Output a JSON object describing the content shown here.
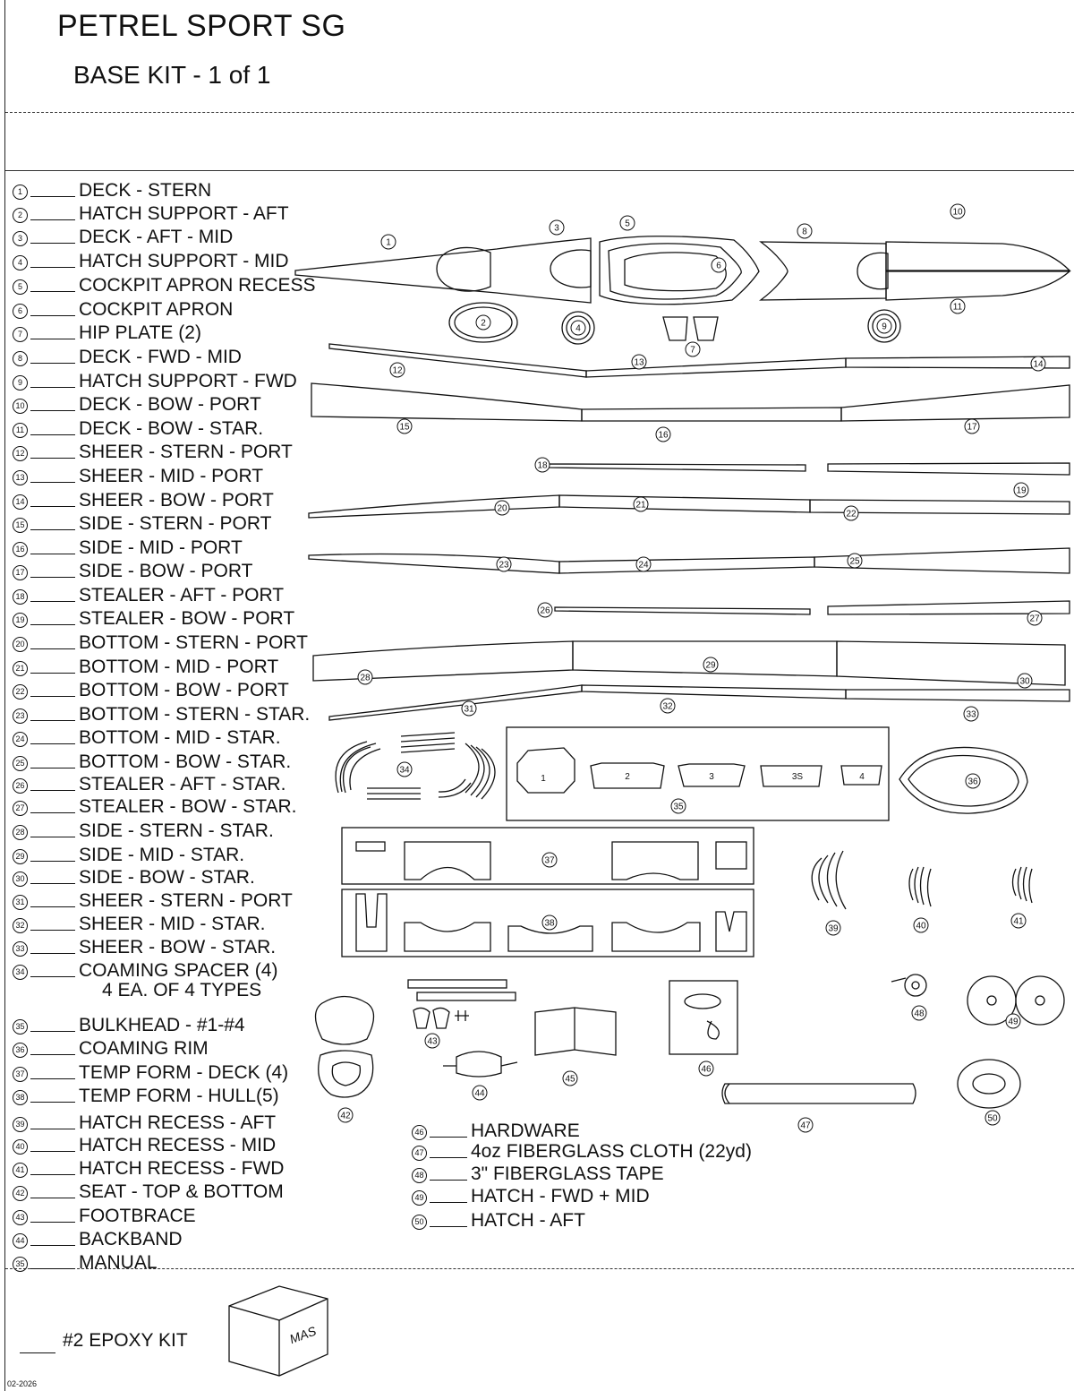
{
  "header": {
    "title": "PETREL SPORT SG",
    "subtitle": "BASE KIT  - 1 of 1"
  },
  "parts": [
    {
      "num": "1",
      "label": "DECK - STERN"
    },
    {
      "num": "2",
      "label": "HATCH SUPPORT - AFT"
    },
    {
      "num": "3",
      "label": "DECK - AFT - MID"
    },
    {
      "num": "4",
      "label": "HATCH SUPPORT - MID"
    },
    {
      "num": "5",
      "label": "COCKPIT APRON RECESS"
    },
    {
      "num": "6",
      "label": "COCKPIT APRON"
    },
    {
      "num": "7",
      "label": "HIP PLATE (2)"
    },
    {
      "num": "8",
      "label": "DECK - FWD - MID"
    },
    {
      "num": "9",
      "label": "HATCH SUPPORT - FWD"
    },
    {
      "num": "10",
      "label": "DECK - BOW - PORT"
    },
    {
      "num": "11",
      "label": "DECK - BOW - STAR."
    },
    {
      "num": "12",
      "label": "SHEER - STERN - PORT"
    },
    {
      "num": "13",
      "label": "SHEER - MID - PORT"
    },
    {
      "num": "14",
      "label": "SHEER - BOW - PORT"
    },
    {
      "num": "15",
      "label": "SIDE - STERN - PORT"
    },
    {
      "num": "16",
      "label": "SIDE - MID - PORT"
    },
    {
      "num": "17",
      "label": "SIDE - BOW - PORT"
    },
    {
      "num": "18",
      "label": "STEALER - AFT - PORT"
    },
    {
      "num": "19",
      "label": "STEALER - BOW - PORT"
    },
    {
      "num": "20",
      "label": "BOTTOM - STERN - PORT"
    },
    {
      "num": "21",
      "label": "BOTTOM - MID - PORT"
    },
    {
      "num": "22",
      "label": "BOTTOM - BOW - PORT"
    },
    {
      "num": "23",
      "label": "BOTTOM - STERN - STAR."
    },
    {
      "num": "24",
      "label": "BOTTOM - MID - STAR."
    },
    {
      "num": "25",
      "label": "BOTTOM - BOW - STAR."
    },
    {
      "num": "26",
      "label": "STEALER - AFT - STAR."
    },
    {
      "num": "27",
      "label": "STEALER - BOW - STAR."
    },
    {
      "num": "28",
      "label": "SIDE - STERN - STAR."
    },
    {
      "num": "29",
      "label": "SIDE - MID - STAR."
    },
    {
      "num": "30",
      "label": "SIDE - BOW - STAR."
    },
    {
      "num": "31",
      "label": "SHEER - STERN - PORT"
    },
    {
      "num": "32",
      "label": "SHEER - MID - STAR."
    },
    {
      "num": "33",
      "label": "SHEER - BOW - STAR."
    },
    {
      "num": "34",
      "label": "COAMING SPACER (4)"
    },
    {
      "num": "35",
      "label": "BULKHEAD - #1-#4"
    },
    {
      "num": "36",
      "label": "COAMING RIM"
    },
    {
      "num": "37",
      "label": "TEMP FORM - DECK (4)"
    },
    {
      "num": "38",
      "label": "TEMP FORM - HULL(5)"
    },
    {
      "num": "39",
      "label": "HATCH RECESS - AFT"
    },
    {
      "num": "40",
      "label": "HATCH RECESS - MID"
    },
    {
      "num": "41",
      "label": "HATCH RECESS - FWD"
    },
    {
      "num": "42",
      "label": "SEAT - TOP & BOTTOM"
    },
    {
      "num": "43",
      "label": "FOOTBRACE"
    },
    {
      "num": "44",
      "label": "BACKBAND"
    },
    {
      "num": "35",
      "label": "MANUAL"
    }
  ],
  "parts_note": "4 EA. OF 4 TYPES",
  "parts_col2": [
    {
      "num": "46",
      "label": "HARDWARE"
    },
    {
      "num": "47",
      "label": "4oz FIBERGLASS CLOTH (22yd)"
    },
    {
      "num": "48",
      "label": "3\" FIBERGLASS TAPE"
    },
    {
      "num": "49",
      "label": "HATCH - FWD + MID"
    },
    {
      "num": "50",
      "label": "HATCH - AFT"
    }
  ],
  "bulkhead_labels": [
    "1",
    "2",
    "3",
    "3S",
    "4"
  ],
  "box_stamp": "MAS",
  "epoxy": {
    "label": "#2 EPOXY KIT"
  },
  "doc_number": "02-2026"
}
